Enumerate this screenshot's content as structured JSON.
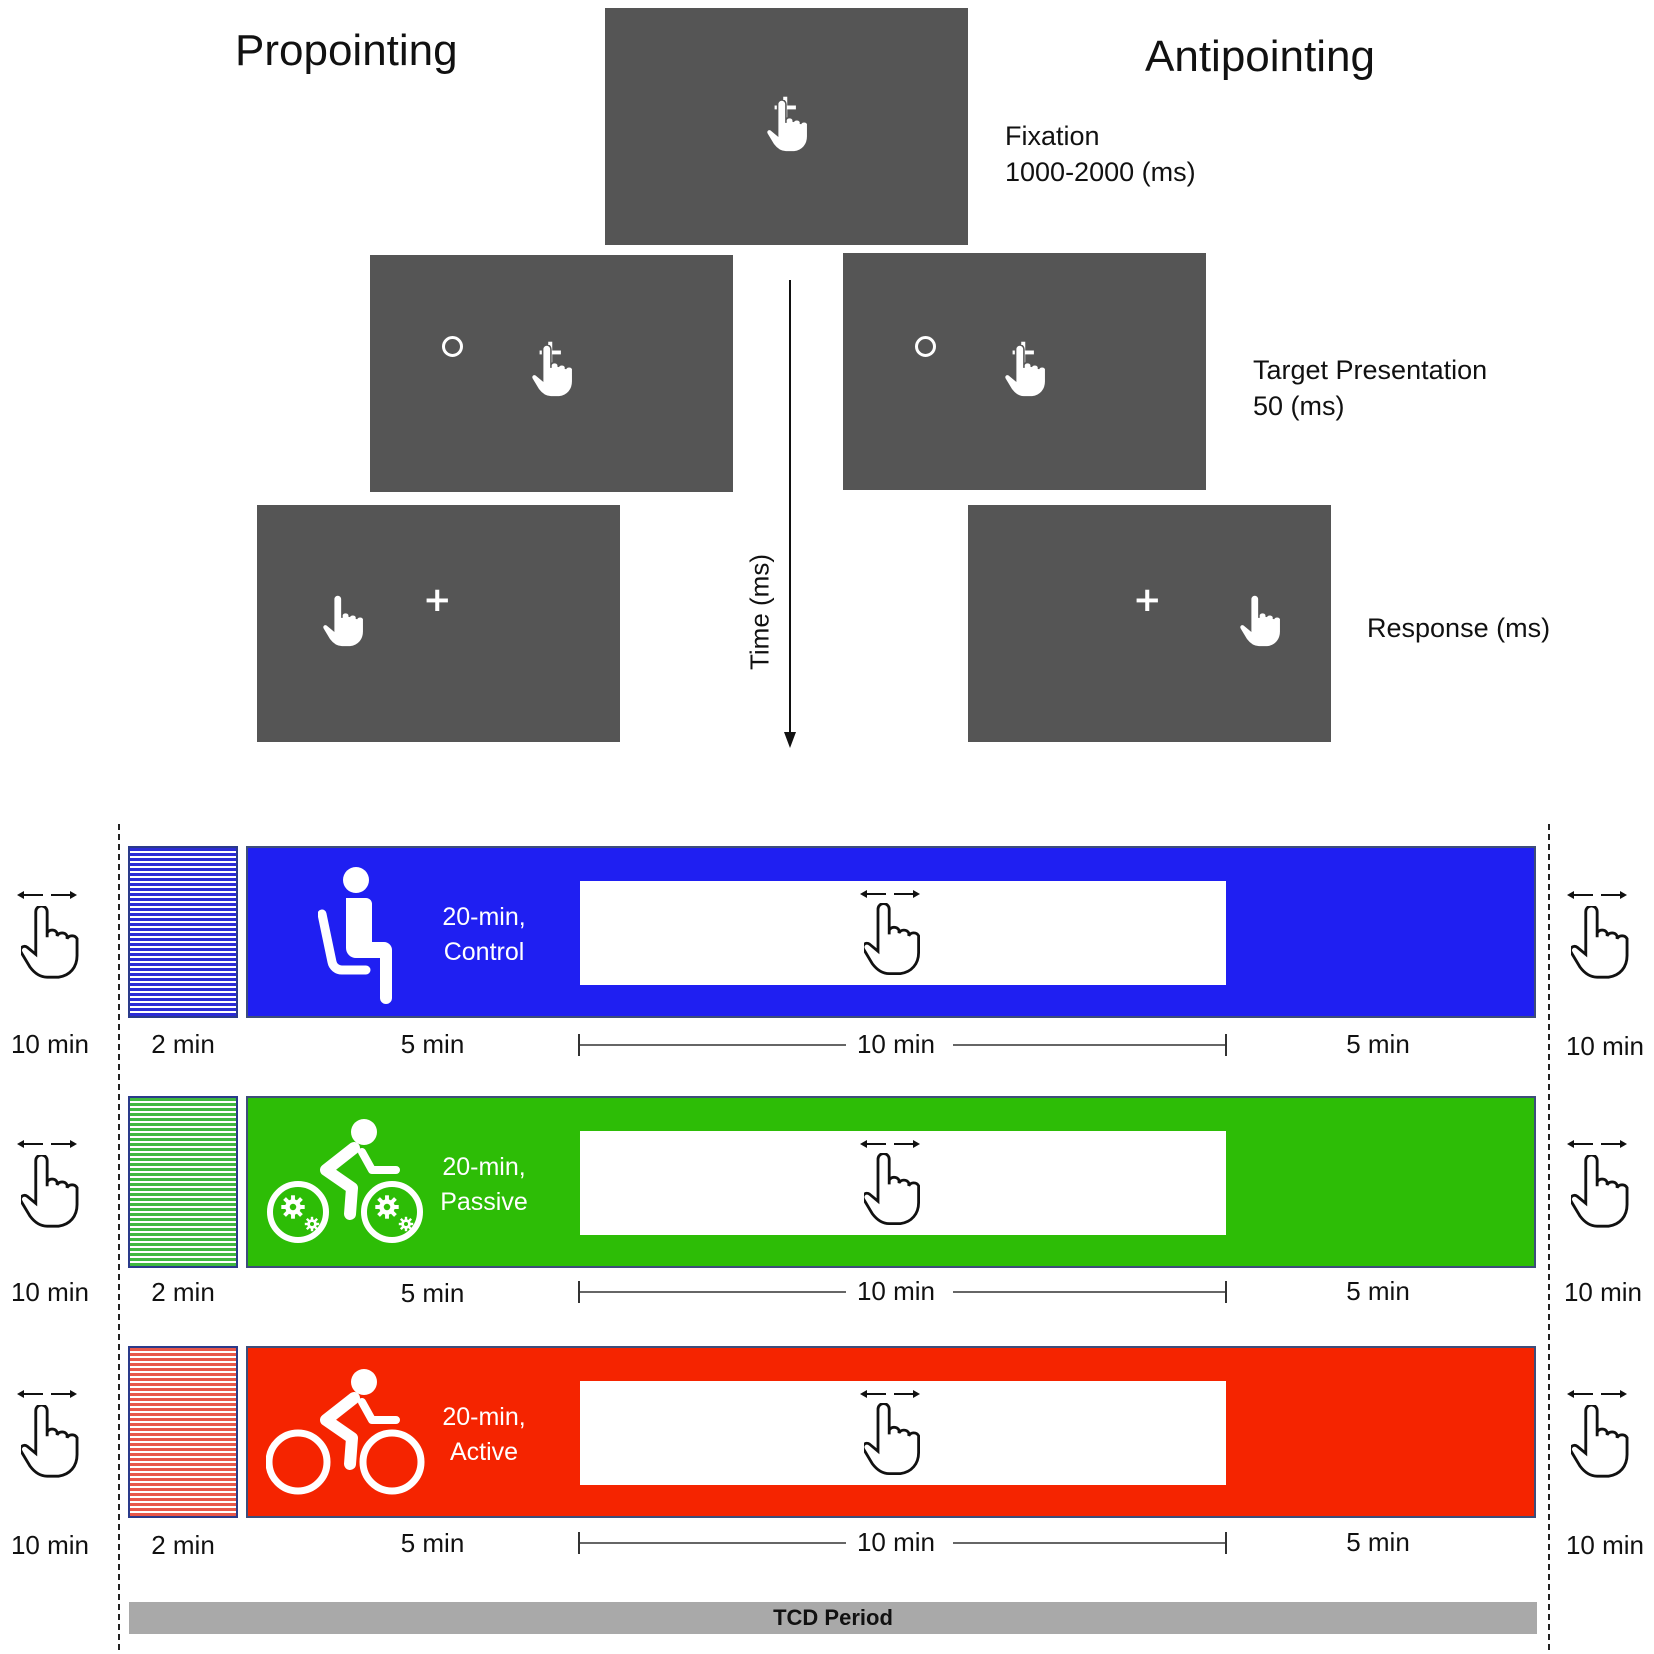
{
  "task": {
    "propointing_title": "Propointing",
    "antipointing_title": "Antipointing",
    "time_axis_label": "Time (ms)",
    "stages": [
      {
        "name": "Fixation",
        "duration": "1000-2000 (ms)"
      },
      {
        "name": "Target Presentation",
        "duration": "50 (ms)"
      },
      {
        "name": "Response (ms)",
        "duration": ""
      }
    ]
  },
  "protocol": {
    "conditions": [
      {
        "label_line1": "20-min,",
        "label_line2": "Control",
        "color": "#1f1ff2",
        "pre_color": "#2b2bd6",
        "icon": "seated-person-icon"
      },
      {
        "label_line1": "20-min,",
        "label_line2": "Passive",
        "color": "#2dbd06",
        "pre_color": "#3fb83f",
        "icon": "passive-cycling-icon"
      },
      {
        "label_line1": "20-min,",
        "label_line2": "Active",
        "color": "#f52400",
        "pre_color": "#e8574a",
        "icon": "active-cycling-icon"
      }
    ],
    "durations": {
      "outer": "10 min",
      "pre": "2 min",
      "warmup": "5 min",
      "task_window": "10 min",
      "cooldown": "5 min"
    },
    "tcd_label": "TCD Period"
  }
}
